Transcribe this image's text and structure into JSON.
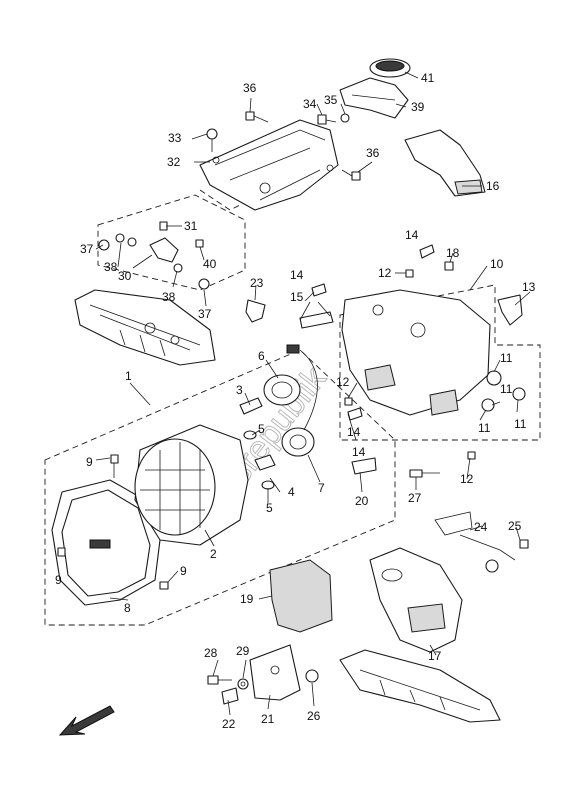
{
  "diagram": {
    "callouts": [
      "1",
      "2",
      "3",
      "4",
      "5",
      "5",
      "6",
      "7",
      "8",
      "9",
      "9",
      "9",
      "10",
      "11",
      "11",
      "11",
      "11",
      "12",
      "12",
      "12",
      "13",
      "14",
      "14",
      "14",
      "14",
      "15",
      "16",
      "17",
      "18",
      "19",
      "20",
      "21",
      "22",
      "23",
      "24",
      "25",
      "26",
      "27",
      "28",
      "29",
      "30",
      "31",
      "32",
      "33",
      "34",
      "35",
      "36",
      "36",
      "37",
      "37",
      "38",
      "38",
      "39",
      "40",
      "41"
    ],
    "watermark": "Partsrepublik",
    "direction_arrow": "arrow-front-icon"
  }
}
